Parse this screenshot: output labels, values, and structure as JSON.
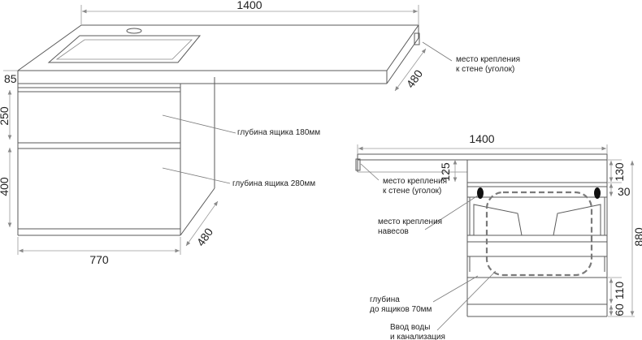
{
  "left_view": {
    "width_top": "1400",
    "depth_top": "480",
    "height_top": "85",
    "drawer1_height": "250",
    "drawer2_height": "400",
    "cabinet_width": "770",
    "cabinet_depth": "480",
    "notes": {
      "wall_mount": [
        "место крепления",
        "к стене (уголок)"
      ],
      "drawer1_depth": "глубина ящика 180мм",
      "drawer2_depth": "глубина ящика 280мм"
    }
  },
  "right_view": {
    "width_top": "1400",
    "dim_125": "125",
    "dim_130": "130",
    "dim_30": "30",
    "dim_880": "880",
    "dim_110": "110",
    "dim_60": "60",
    "notes": {
      "wall_mount": [
        "место крепления",
        "к стене (уголок)"
      ],
      "hinge_mount": [
        "место крепления",
        "навесов"
      ],
      "depth_to_drawers": [
        "глубина",
        "до ящиков 70мм"
      ],
      "water_inlet": [
        "Ввод воды",
        "и канализация"
      ]
    }
  },
  "colors": {
    "line": "#5a5a5a",
    "dimension": "#9a9a9a",
    "mount_point": "#111111"
  }
}
